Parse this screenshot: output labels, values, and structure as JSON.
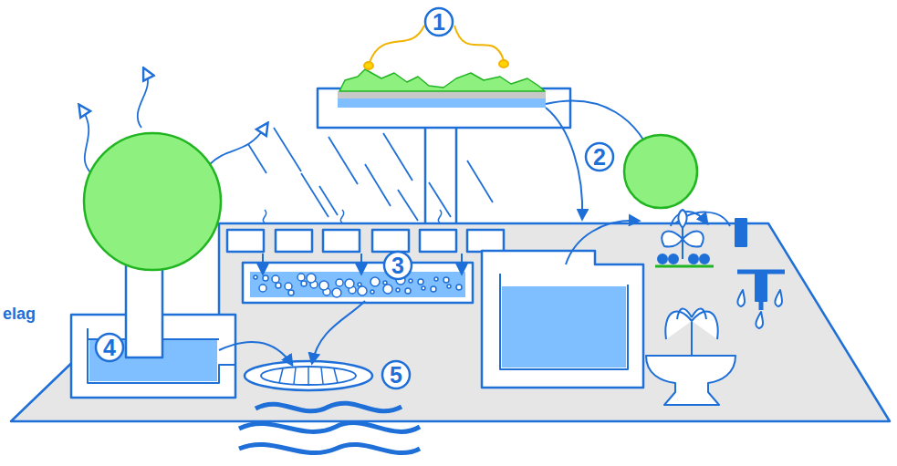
{
  "diagram": {
    "labels": [
      "1",
      "2",
      "3",
      "4",
      "5",
      "elag"
    ]
  }
}
